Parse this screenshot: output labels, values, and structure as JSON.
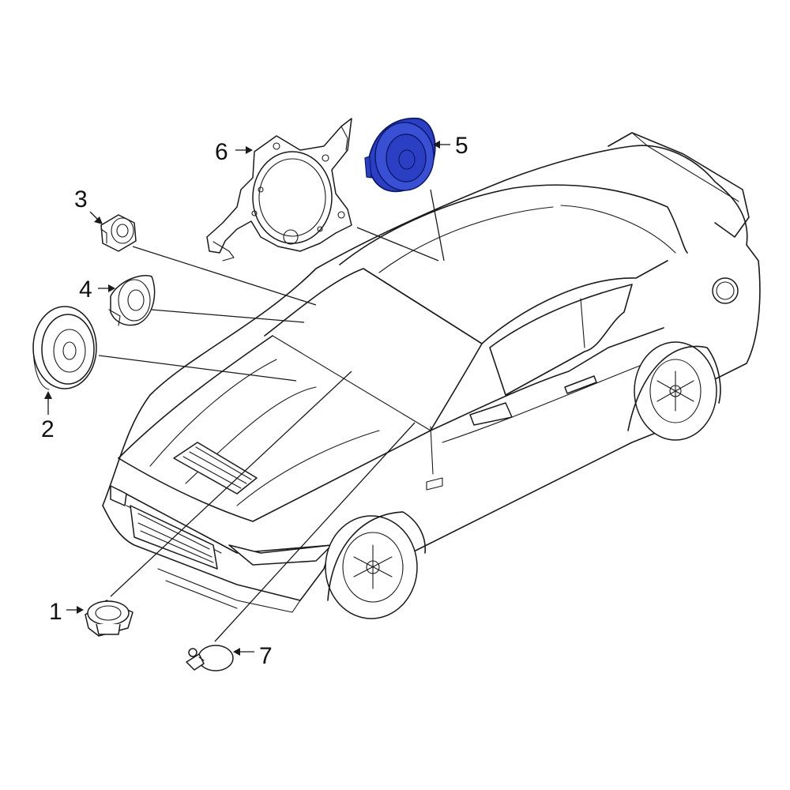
{
  "highlight_color": "#2b3fc4",
  "highlighted_callout": "5",
  "callouts": [
    {
      "id": "1",
      "label": "1",
      "part": "speaker-1-icon"
    },
    {
      "id": "2",
      "label": "2",
      "part": "speaker-2-icon"
    },
    {
      "id": "3",
      "label": "3",
      "part": "tweeter-3-icon"
    },
    {
      "id": "4",
      "label": "4",
      "part": "speaker-4-icon"
    },
    {
      "id": "5",
      "label": "5",
      "part": "speaker-5-icon"
    },
    {
      "id": "6",
      "label": "6",
      "part": "speaker-bracket-6-icon"
    },
    {
      "id": "7",
      "label": "7",
      "part": "sensor-7-icon"
    }
  ]
}
